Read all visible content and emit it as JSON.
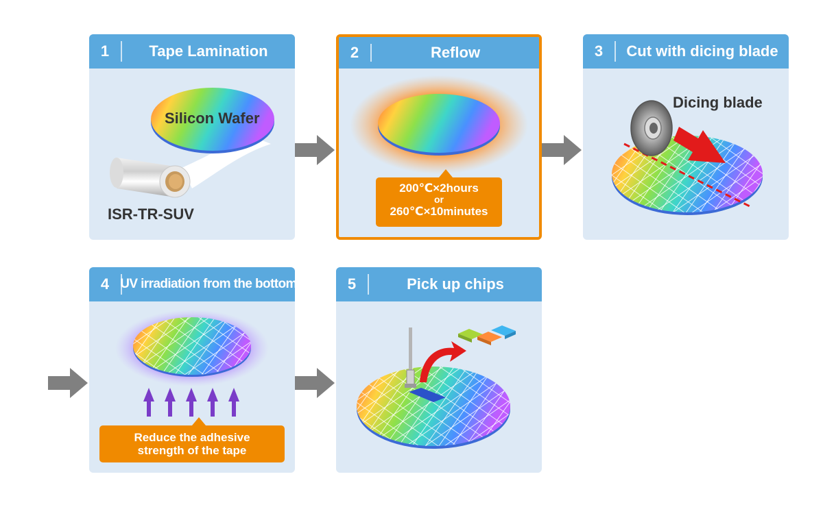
{
  "steps": [
    {
      "num": "1",
      "title": "Tape Lamination",
      "labels": {
        "wafer": "Silicon Wafer",
        "tape": "ISR-TR-SUV"
      }
    },
    {
      "num": "2",
      "title": "Reflow",
      "callout": {
        "line1": "200℃×2hours",
        "line2": "or",
        "line3": "260℃×10minutes"
      }
    },
    {
      "num": "3",
      "title": "Cut with dicing blade",
      "labels": {
        "blade": "Dicing blade"
      }
    },
    {
      "num": "4",
      "title": "UV irradiation from the bottom",
      "callout": {
        "line1": "Reduce the adhesive",
        "line2": "strength of the tape"
      }
    },
    {
      "num": "5",
      "title": "Pick up chips"
    }
  ],
  "colors": {
    "header": "#5aa9de",
    "card": "#dde9f5",
    "accent": "#f08a00",
    "arrow": "#808080",
    "uv": "#7a3cc8",
    "cut_line": "#e21b1b"
  }
}
